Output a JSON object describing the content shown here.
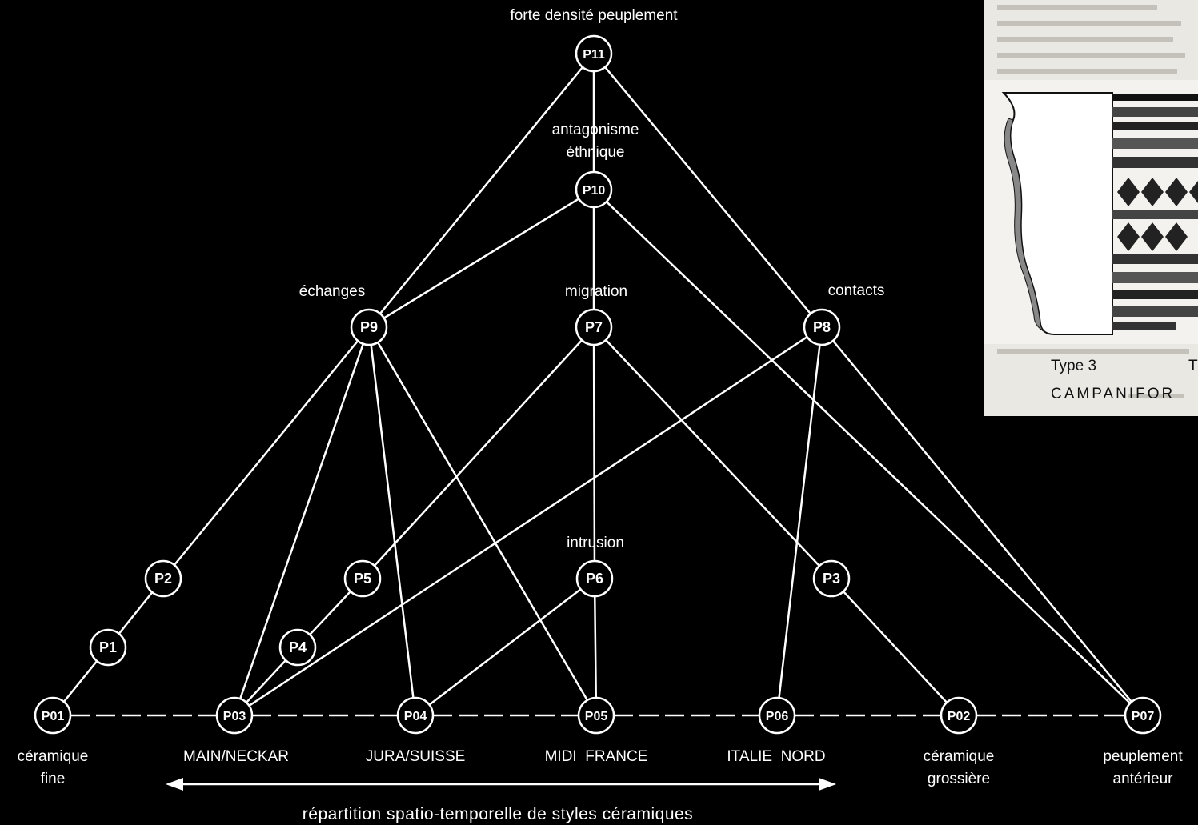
{
  "top_label": "forte densité peuplement",
  "mid_labels": {
    "antagonisme_1": "antagonisme",
    "antagonisme_2": "éthnique",
    "echanges": "échanges",
    "migration": "migration",
    "contacts": "contacts",
    "intrusion": "intrusion"
  },
  "nodes": [
    {
      "id": "P11",
      "label": "P11"
    },
    {
      "id": "P10",
      "label": "P10"
    },
    {
      "id": "P9",
      "label": "P9"
    },
    {
      "id": "P7",
      "label": "P7"
    },
    {
      "id": "P8",
      "label": "P8"
    },
    {
      "id": "P2",
      "label": "P2"
    },
    {
      "id": "P1",
      "label": "P1"
    },
    {
      "id": "P5",
      "label": "P5"
    },
    {
      "id": "P4",
      "label": "P4"
    },
    {
      "id": "P6",
      "label": "P6"
    },
    {
      "id": "P3",
      "label": "P3"
    },
    {
      "id": "P01",
      "label": "P01"
    },
    {
      "id": "P03",
      "label": "P03"
    },
    {
      "id": "P04",
      "label": "P04"
    },
    {
      "id": "P05",
      "label": "P05"
    },
    {
      "id": "P06",
      "label": "P06"
    },
    {
      "id": "P02",
      "label": "P02"
    },
    {
      "id": "P07",
      "label": "P07"
    }
  ],
  "edges": [
    [
      "P11",
      "P10"
    ],
    [
      "P11",
      "P9"
    ],
    [
      "P11",
      "P8"
    ],
    [
      "P10",
      "P7"
    ],
    [
      "P10",
      "P9"
    ],
    [
      "P10",
      "P07"
    ],
    [
      "P9",
      "P2"
    ],
    [
      "P9",
      "P03"
    ],
    [
      "P9",
      "P04"
    ],
    [
      "P9",
      "P05"
    ],
    [
      "P2",
      "P1"
    ],
    [
      "P1",
      "P01"
    ],
    [
      "P7",
      "P5"
    ],
    [
      "P7",
      "P6"
    ],
    [
      "P7",
      "P3"
    ],
    [
      "P5",
      "P4"
    ],
    [
      "P4",
      "P03"
    ],
    [
      "P8",
      "P03"
    ],
    [
      "P8",
      "P06"
    ],
    [
      "P8",
      "P07"
    ],
    [
      "P6",
      "P04"
    ],
    [
      "P6",
      "P05"
    ],
    [
      "P3",
      "P02"
    ]
  ],
  "bottom_labels": {
    "ceramique_fine_1": "céramique",
    "ceramique_fine_2": "fine",
    "main_neckar": "MAIN/NECKAR",
    "jura_suisse": "JURA/SUISSE",
    "midi_france": "MIDI  FRANCE",
    "italie_nord": "ITALIE  NORD",
    "ceramique_grossiere_1": "céramique",
    "ceramique_grossiere_2": "grossière",
    "peuplement_1": "peuplement",
    "peuplement_2": "antérieur"
  },
  "caption": "répartition spatio-temporelle de styles céramiques",
  "inset": {
    "type_label": "Type 3",
    "type_label_2": "T",
    "title": "CAMPANIFOR"
  }
}
